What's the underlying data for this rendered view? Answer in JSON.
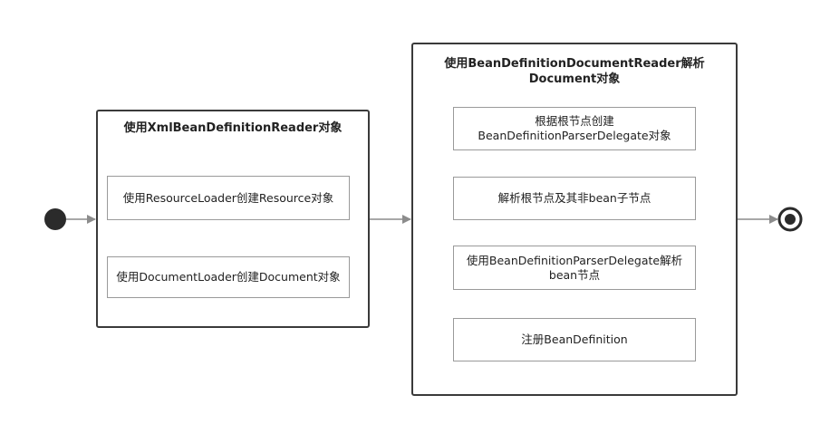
{
  "groups": [
    {
      "title": "使用XmlBeanDefinitionReader对象",
      "nodes": [
        "使用ResourceLoader创建Resource对象",
        "使用DocumentLoader创建Document对象"
      ]
    },
    {
      "title": "使用BeanDefinitionDocumentReader解析Document对象",
      "nodes": [
        "根据根节点创建BeanDefinitionParserDelegate对象",
        "解析根节点及其非bean子节点",
        "使用BeanDefinitionParserDelegate解析bean节点",
        "注册BeanDefinition"
      ]
    }
  ],
  "colors": {
    "border": "#3a3a3a",
    "node_border": "#9a9a9a",
    "arrow": "#8c8c8c",
    "start": "#2b2b2b"
  }
}
